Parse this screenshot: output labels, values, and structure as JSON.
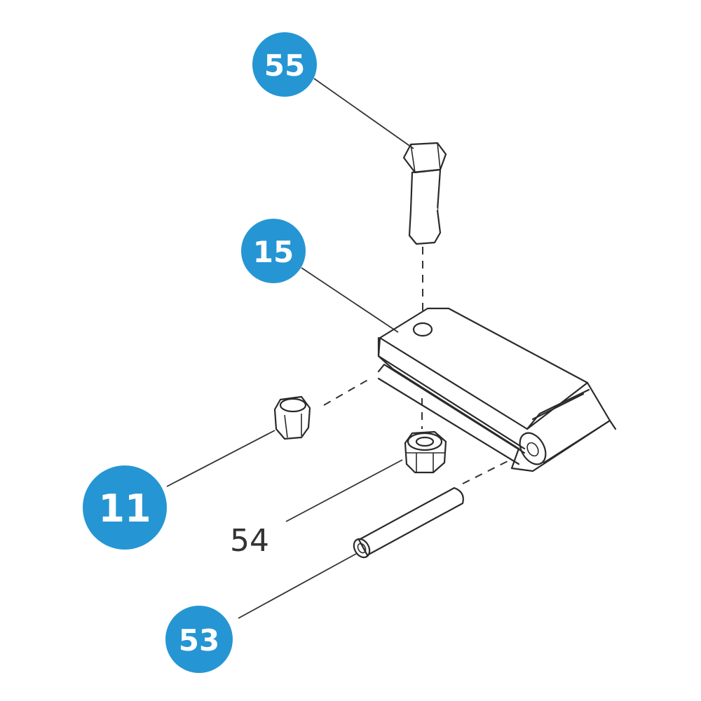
{
  "colors": {
    "callout_fill": "#2596d3",
    "callout_text": "#ffffff",
    "line": "#2a2a2a",
    "plain_label": "#333333"
  },
  "callouts": [
    {
      "id": "55",
      "label": "55"
    },
    {
      "id": "15",
      "label": "15"
    },
    {
      "id": "11",
      "label": "11"
    },
    {
      "id": "53",
      "label": "53"
    }
  ],
  "plain_labels": [
    {
      "id": "54",
      "label": "54"
    }
  ],
  "parts": [
    {
      "id": "bolt",
      "icon": "hex-bolt-icon"
    },
    {
      "id": "bracket",
      "icon": "hinge-bracket-icon"
    },
    {
      "id": "cap-nut",
      "icon": "cap-nut-icon"
    },
    {
      "id": "lock-nut",
      "icon": "lock-nut-icon"
    },
    {
      "id": "pin",
      "icon": "pin-icon"
    }
  ]
}
